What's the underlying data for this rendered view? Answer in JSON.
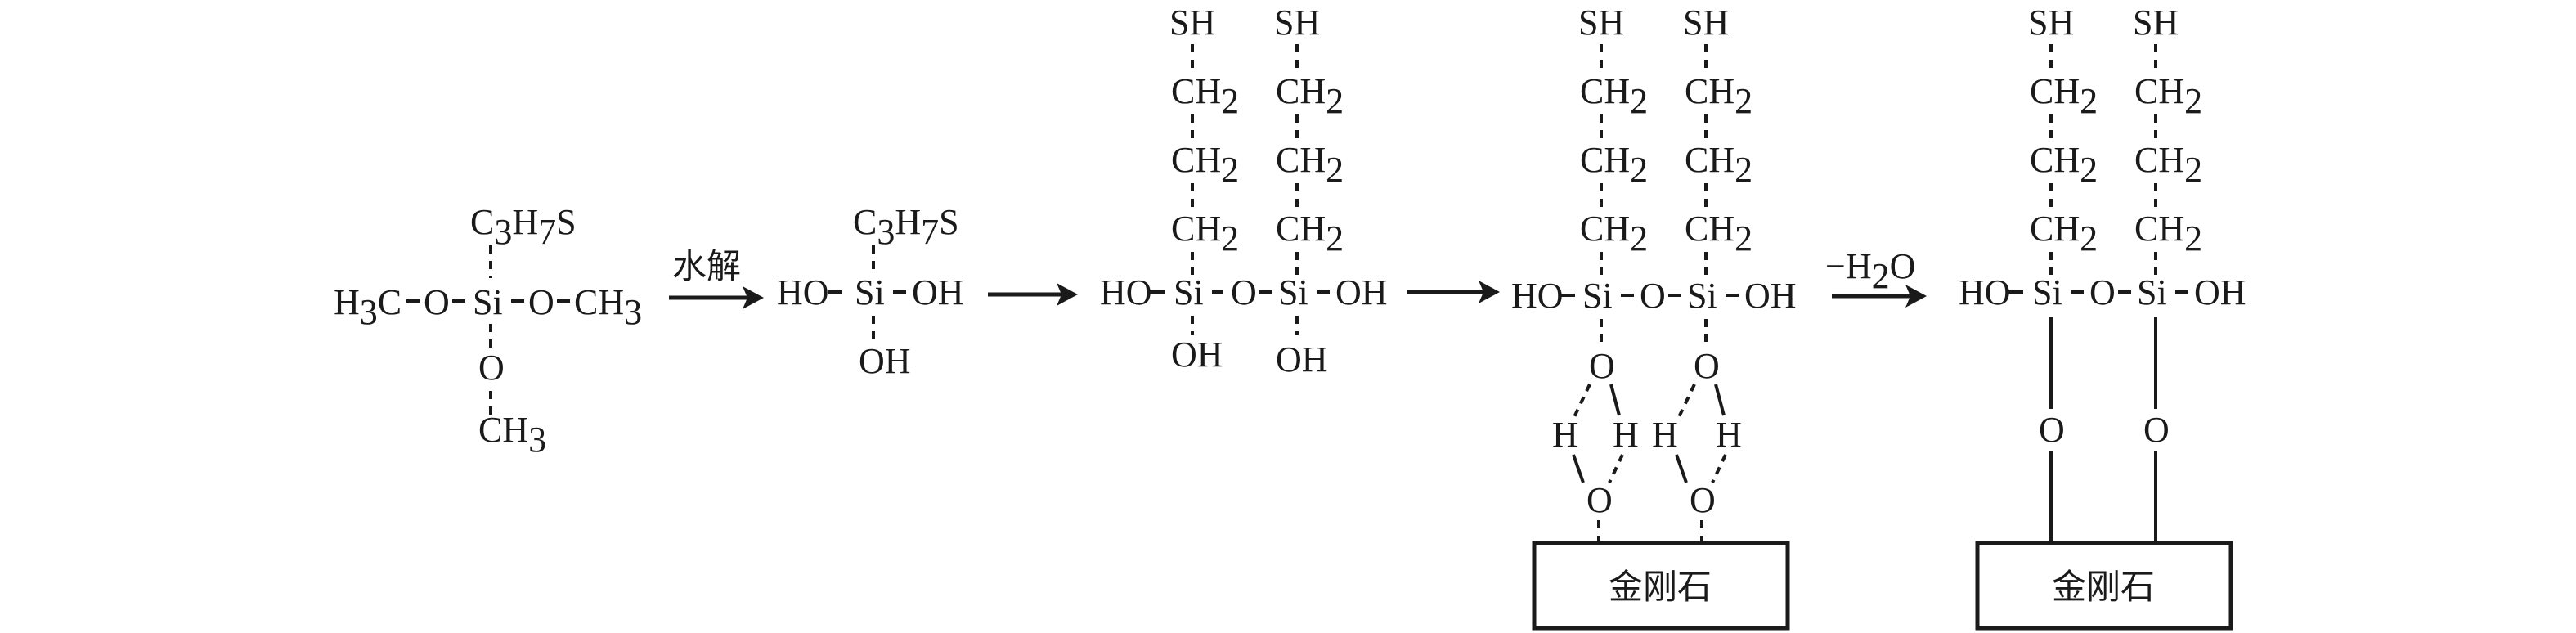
{
  "labels": {
    "thiol": "SH",
    "ch2_main": "CH",
    "ch2_sub": "2",
    "propylthio": "C3H7S",
    "c": "C",
    "c_sub": "3",
    "h": "H",
    "h_sub": "7",
    "s": "S",
    "si": "Si",
    "o": "O",
    "oh": "OH",
    "ho": "HO",
    "h_atom": "H",
    "ch3": "CH",
    "ch3_sub": "3",
    "h3c_h": "H",
    "h3c_sub": "3",
    "h3c_c": "C",
    "dash": "-"
  },
  "arrows": {
    "hydrolysis": "水解",
    "dehydration_minus": "−H",
    "dehydration_sub": "2",
    "dehydration_o": "O"
  },
  "substrate": {
    "label": "金刚石"
  },
  "colors": {
    "ink": "#1a1a1a",
    "background": "#ffffff"
  }
}
